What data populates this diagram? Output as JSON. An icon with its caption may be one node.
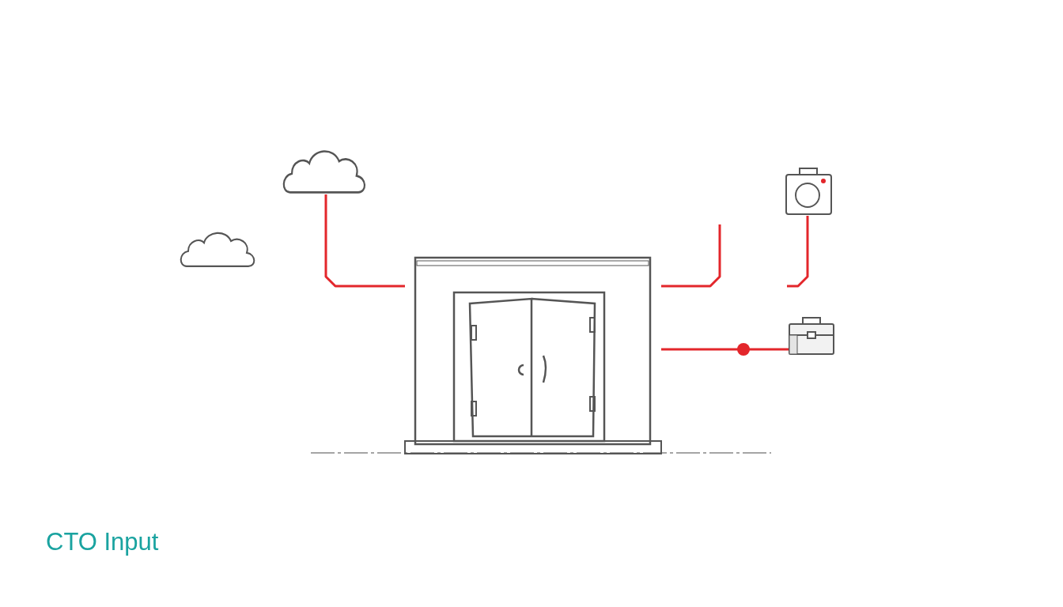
{
  "diagram": {
    "caption": "CTO Input",
    "nodes": [
      {
        "text": [],
        "shape": "cloud"
      },
      {
        "text": [],
        "shape": "cloud"
      },
      {
        "text": [],
        "shape": "picture"
      },
      {
        "text": [],
        "shape": "picture"
      },
      {
        "text": [],
        "shape": "picture"
      }
    ],
    "edges": [
      {
        "from": 1,
        "to": 2,
        "arrow": "none"
      },
      {
        "from": 2,
        "to": null,
        "arrow": "none"
      },
      {
        "from": 3,
        "to": null,
        "arrow": "none"
      },
      {
        "from": 2,
        "to": 4,
        "arrow": "none"
      }
    ]
  }
}
